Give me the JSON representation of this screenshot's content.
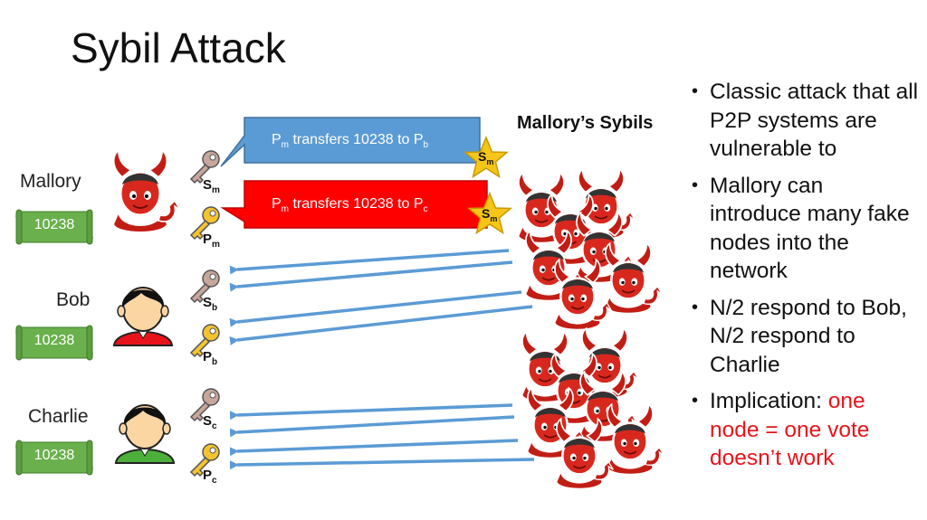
{
  "slide": {
    "title": "Sybil Attack"
  },
  "people": [
    {
      "name": "Mallory",
      "balance": "10238",
      "secret_key": "S",
      "secret_sub": "m",
      "public_key": "P",
      "public_sub": "m"
    },
    {
      "name": "Bob",
      "balance": "10238",
      "secret_key": "S",
      "secret_sub": "b",
      "public_key": "P",
      "public_sub": "b"
    },
    {
      "name": "Charlie",
      "balance": "10238",
      "secret_key": "S",
      "secret_sub": "c",
      "public_key": "P",
      "public_sub": "c"
    }
  ],
  "transactions": [
    {
      "from": "P",
      "from_sub": "m",
      "text": " transfers 10238 to ",
      "to": "P",
      "to_sub": "b",
      "signature": "S",
      "signature_sub": "m",
      "color": "#5b9bd5"
    },
    {
      "from": "P",
      "from_sub": "m",
      "text": " transfers 10238 to ",
      "to": "P",
      "to_sub": "c",
      "signature": "S",
      "signature_sub": "m",
      "color": "#ff0000"
    }
  ],
  "sybils": {
    "label": "Mallory’s Sybils"
  },
  "bullets": [
    {
      "text": "Classic attack that all P2P systems are vulnerable to"
    },
    {
      "text": "Mallory can introduce many fake nodes into the network"
    },
    {
      "text": "N/2 respond to Bob, N/2 respond to Charlie"
    },
    {
      "text": "Implication: ",
      "highlight": "one node = one vote doesn’t work"
    }
  ],
  "colors": {
    "arrow": "#5b9bd5",
    "scroll": "#6ab04c",
    "devil": "#d8281e",
    "star": "#f5c518",
    "highlight": "#e8141b"
  },
  "icons": [
    "devil-icon",
    "person-icon",
    "key-icon",
    "star-icon",
    "scroll-icon"
  ]
}
